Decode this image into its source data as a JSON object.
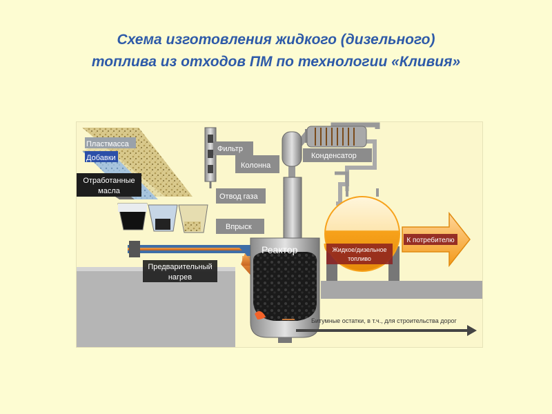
{
  "title": {
    "line1": "Схема изготовления жидкого (дизельного)",
    "line2": "топлива из отходов ПМ по технологии «Кливия»"
  },
  "labels": {
    "plastics": "Пластмасса",
    "additives": "Добавки",
    "oils_line1": "Отработанные",
    "oils_line2": "масла",
    "filter": "Фильтр",
    "column": "Колонна",
    "condenser": "Конденсатор",
    "gas_outlet": "Отвод газа",
    "injection": "Впрыск",
    "reactor": "Реактор",
    "preheat_line1": "Предварительный",
    "preheat_line2": "нагрев",
    "fuel_line1": "Жидкое/дизельное",
    "fuel_line2": "топливо",
    "to_consumer": "К потребителю",
    "bitumen": "Битумные остатки, в т.ч., для строительства дорог"
  },
  "colors": {
    "title": "#2e5aa8",
    "page_bg": "#fdfcd2",
    "box_fill": "#8c8c8c",
    "fuel_orange": "#f7a21b",
    "arrow_dark": "#444444"
  }
}
